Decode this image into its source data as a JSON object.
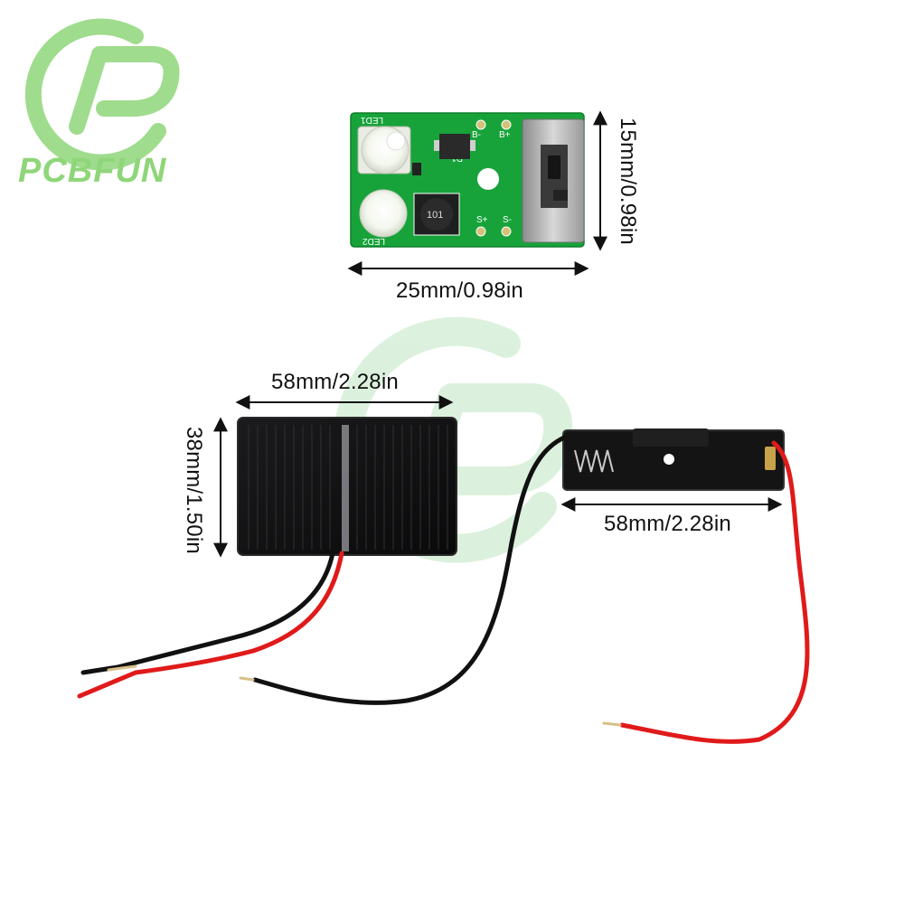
{
  "brand": {
    "name": "PCBFUN",
    "logo_color": "#8fd67a"
  },
  "pcb": {
    "board_color": "#17a33a",
    "silkscreen": {
      "led1": "LED1",
      "led2": "LED2",
      "b_minus": "B-",
      "b_plus": "B+",
      "s_plus": "S+",
      "s_minus": "S-",
      "d1": "D1",
      "inductor": "101"
    },
    "height_label": "15mm/0.98in",
    "width_label": "25mm/0.98in"
  },
  "solar_panel": {
    "width_label": "58mm/2.28in",
    "height_label": "38mm/1.50in"
  },
  "battery_holder": {
    "width_label": "58mm/2.28in"
  },
  "wire_colors": {
    "red": "#e01a1a",
    "black": "#111111"
  }
}
